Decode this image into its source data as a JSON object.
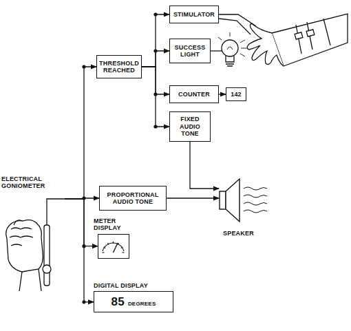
{
  "diagram": {
    "nodes": [
      {
        "text": [
          "ELECTRICAL GONIOMETER"
        ]
      },
      {
        "text": [
          "THRESHOLD REACHED"
        ]
      },
      {
        "text": [
          "STIMULATOR"
        ]
      },
      {
        "text": [
          "SUCCESS LIGHT"
        ]
      },
      {
        "text": [
          "COUNTER"
        ]
      },
      {
        "text": [
          "142"
        ]
      },
      {
        "text": [
          "FIXED AUDIO TONE"
        ]
      },
      {
        "text": [
          "PROPORTIONAL AUDIO TONE"
        ]
      },
      {
        "text": [
          "SPEAKER"
        ]
      },
      {
        "text": [
          "METER DISPLAY"
        ]
      },
      {
        "text": [
          "DIGITAL DISPLAY",
          "85",
          "DEGREES"
        ]
      }
    ],
    "edges": [
      {
        "from": 0,
        "to": 1,
        "arrow": "to"
      },
      {
        "from": 0,
        "to": 7,
        "arrow": "to"
      },
      {
        "from": 0,
        "to": 9,
        "arrow": "to"
      },
      {
        "from": 0,
        "to": 10,
        "arrow": "to"
      },
      {
        "from": 1,
        "to": 2,
        "arrow": "to"
      },
      {
        "from": 1,
        "to": 3,
        "arrow": "to"
      },
      {
        "from": 1,
        "to": 4,
        "arrow": "to"
      },
      {
        "from": 1,
        "to": 6,
        "arrow": "to"
      },
      {
        "from": 4,
        "to": 5,
        "arrow": "to"
      },
      {
        "from": 7,
        "to": 8,
        "arrow": "to"
      },
      {
        "from": 6,
        "to": 8,
        "arrow": "to"
      }
    ]
  }
}
